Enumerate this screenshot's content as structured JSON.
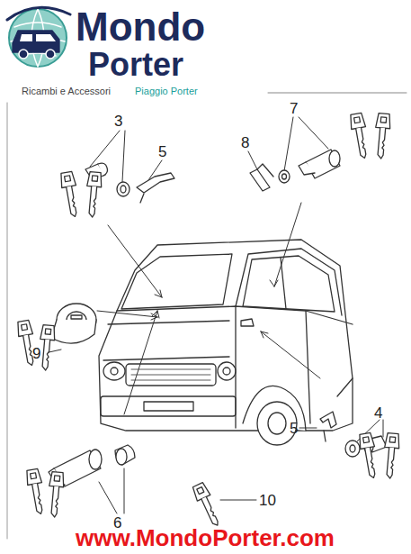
{
  "diagram": {
    "labels": [
      "Mondo",
      "Porter",
      "Ricambi e Accessori",
      "Piaggio Porter",
      "3",
      "5",
      "7",
      "8",
      "9",
      "5",
      "4",
      "6",
      "10",
      "www.MondoPorter.com"
    ]
  }
}
